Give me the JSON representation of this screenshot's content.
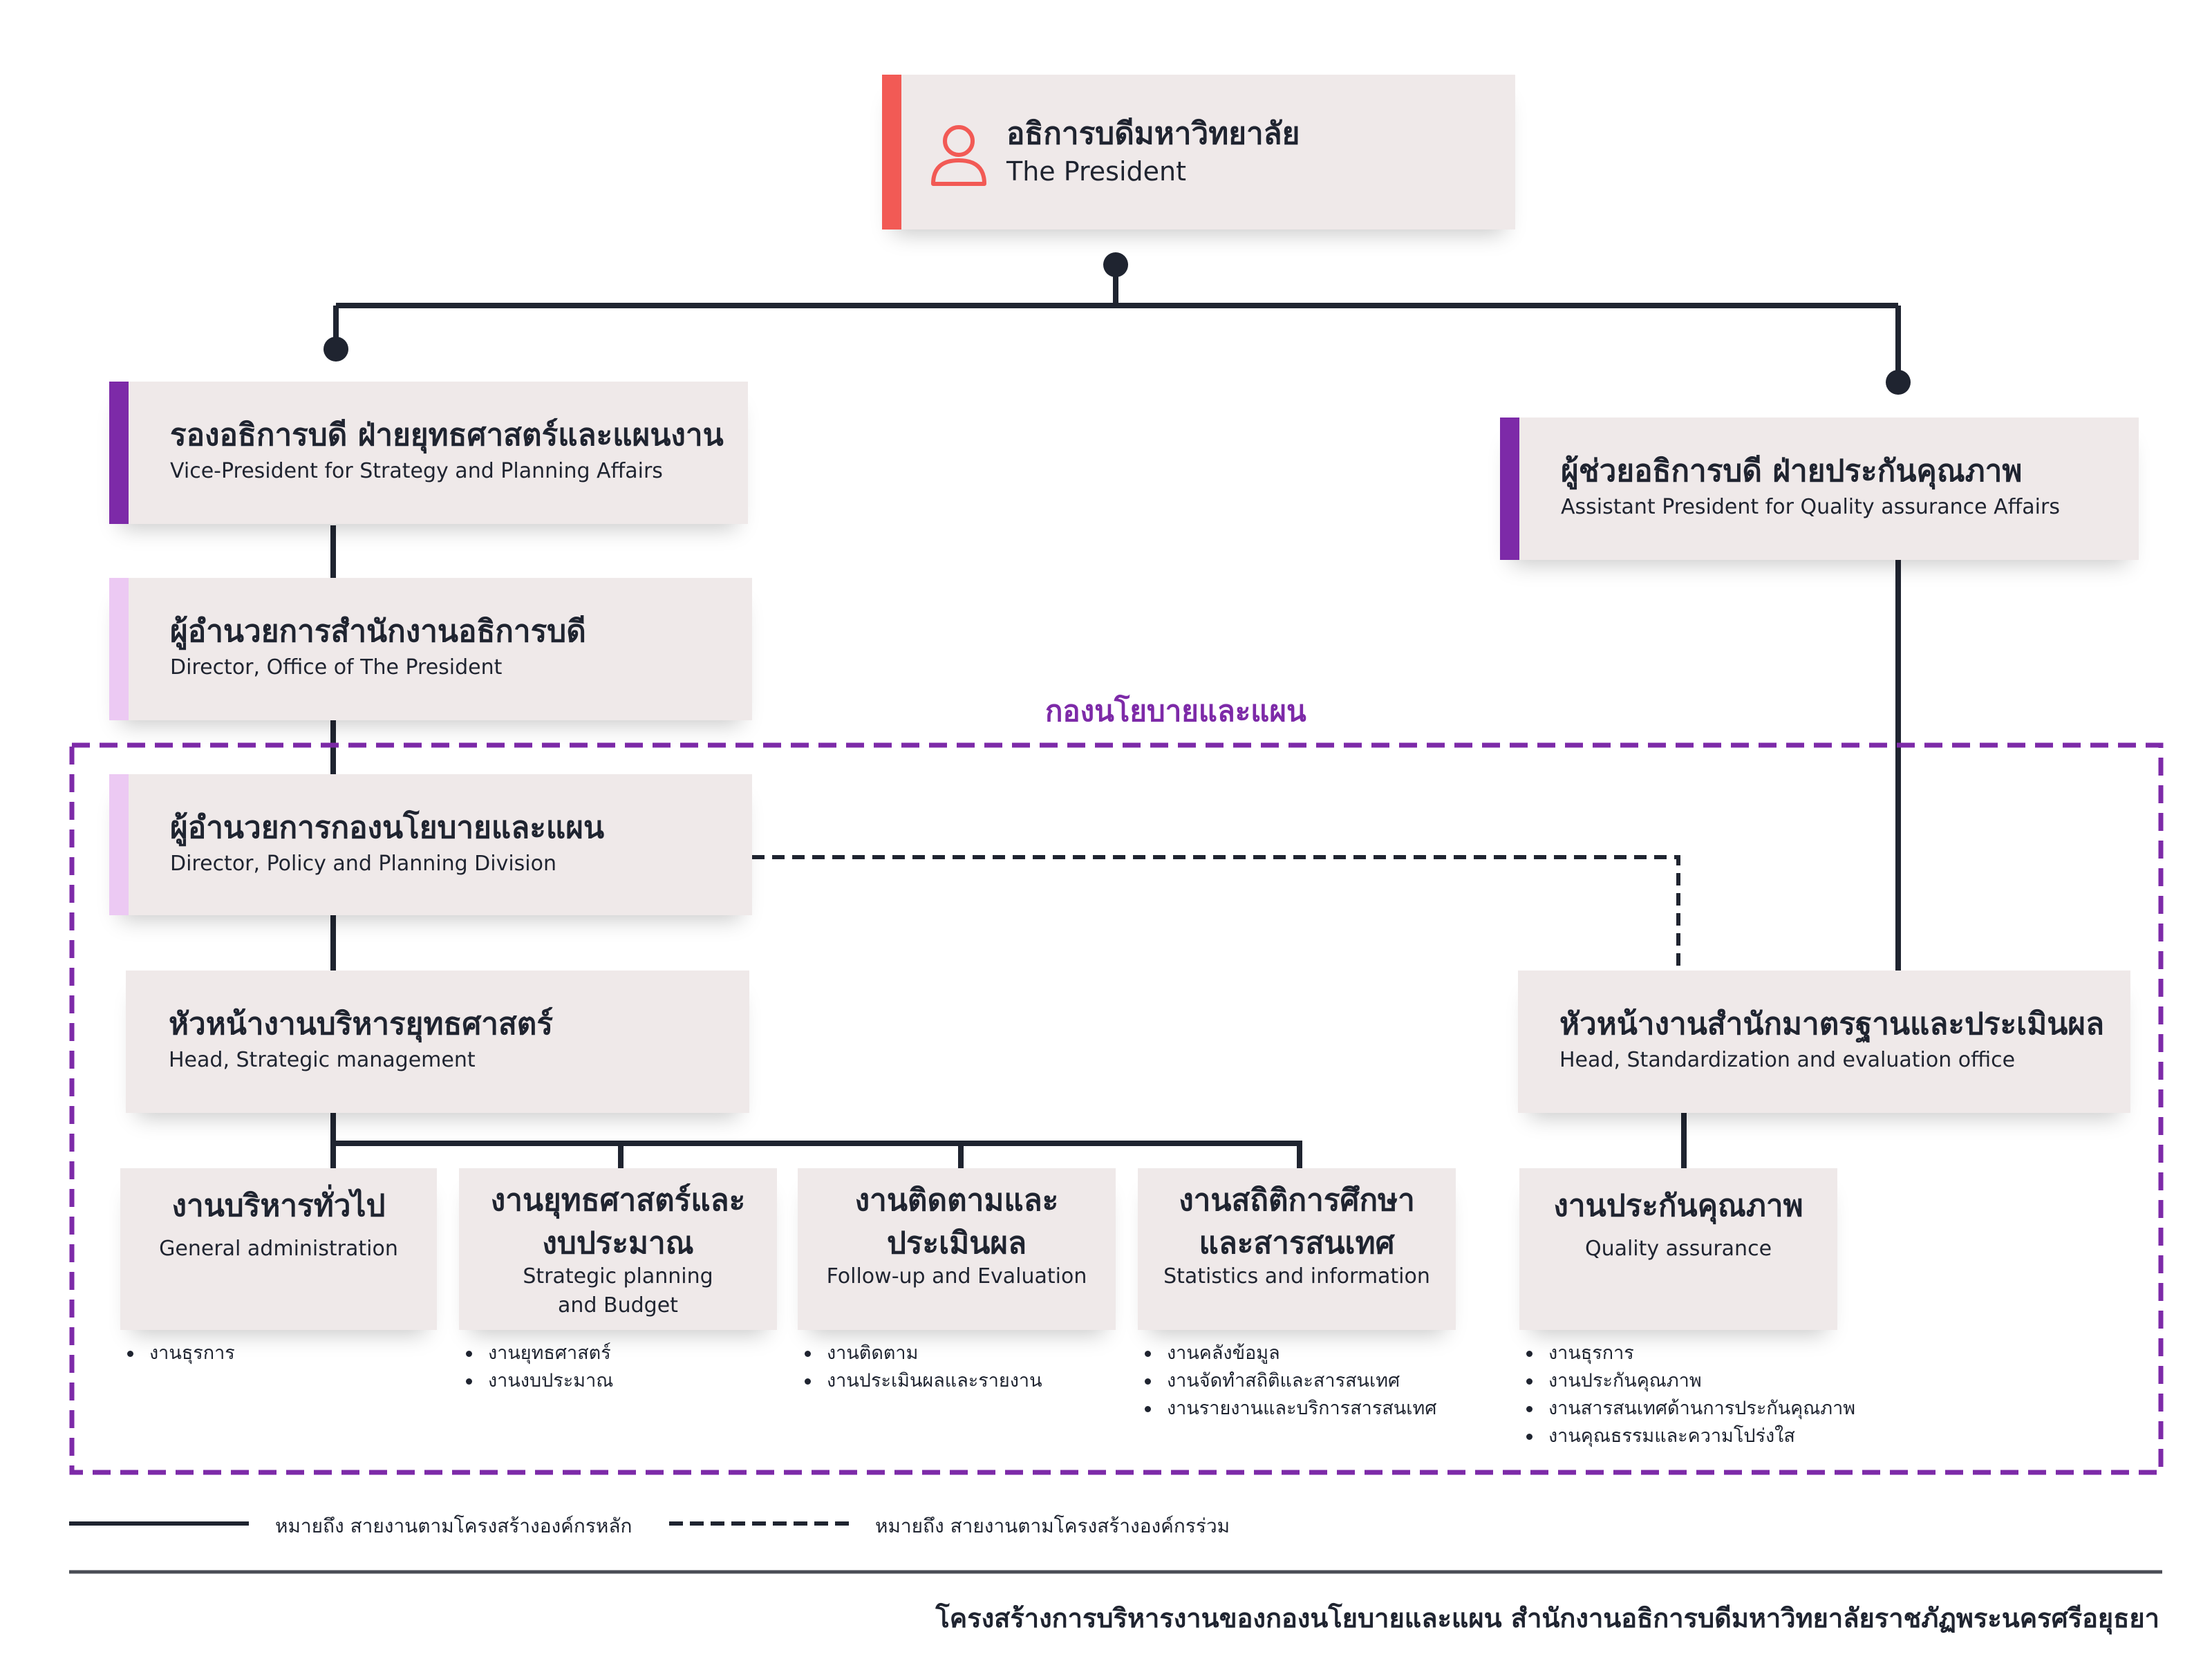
{
  "president": {
    "th": "อธิการบดีมหาวิทยาลัย",
    "en": "The President",
    "icon": "person-icon"
  },
  "vp_strategy": {
    "th": "รองอธิการบดี ฝ่ายยุทธศาสตร์และแผนงาน",
    "en": "Vice-President for Strategy and Planning Affairs"
  },
  "asst_president": {
    "th": "ผู้ช่วยอธิการบดี ฝ่ายประกันคุณภาพ",
    "en": "Assistant President for Quality assurance Affairs"
  },
  "director_office": {
    "th": "ผู้อำนวยการสำนักงานอธิการบดี",
    "en": "Director, Office of The President"
  },
  "division_label": "กองนโยบายและแผน",
  "director_division": {
    "th": "ผู้อำนวยการกองนโยบายและแผน",
    "en": "Director, Policy and Planning Division"
  },
  "head_strategic": {
    "th": "หัวหน้างานบริหารยุทธศาสตร์",
    "en": "Head, Strategic management"
  },
  "head_standard": {
    "th": "หัวหน้างานสำนักมาตรฐานและประเมินผล",
    "en": "Head, Standardization and evaluation office"
  },
  "units": [
    {
      "th": "งานบริหารทั่วไป",
      "en": "General administration",
      "items": [
        "งานธุรการ"
      ]
    },
    {
      "th": "งานยุทธศาสตร์และงบประมาณ",
      "en": "Strategic planning and Budget",
      "items": [
        "งานยุทธศาสตร์",
        "งานงบประมาณ"
      ]
    },
    {
      "th": "งานติดตามและประเมินผล",
      "en": "Follow-up and Evaluation",
      "items": [
        "งานติดตาม",
        "งานประเมินผลและรายงาน"
      ]
    },
    {
      "th": "งานสถิติการศึกษาและสารสนเทศ",
      "en": "Statistics and information",
      "items": [
        "งานคลังข้อมูล",
        "งานจัดทำสถิติและสารสนเทศ",
        "งานรายงานและบริการสารสนเทศ"
      ]
    },
    {
      "th": "งานประกันคุณภาพ",
      "en": "Quality assurance",
      "items": [
        "งานธุรการ",
        "งานประกันคุณภาพ",
        "งานสารสนเทศด้านการประกันคุณภาพ",
        "งานคุณธรรมและความโปร่งใส"
      ]
    }
  ],
  "legend": {
    "solid": "หมายถึง สายงานตามโครงสร้างองค์กรหลัก",
    "dashed": "หมายถึง สายงานตามโครงสร้างองค์กรร่วม"
  },
  "footer_title": "โครงสร้างการบริหารงานของกองนโยบายและแผน สำนักงานอธิการบดีมหาวิทยาลัยราชภัฏพระนครศรีอยุธยา",
  "colors": {
    "accent_red": "#f25a55",
    "accent_purple": "#7d2aa8",
    "accent_lilac": "#ecc9f3",
    "box": "#efe9e9",
    "line": "#1f2430"
  }
}
